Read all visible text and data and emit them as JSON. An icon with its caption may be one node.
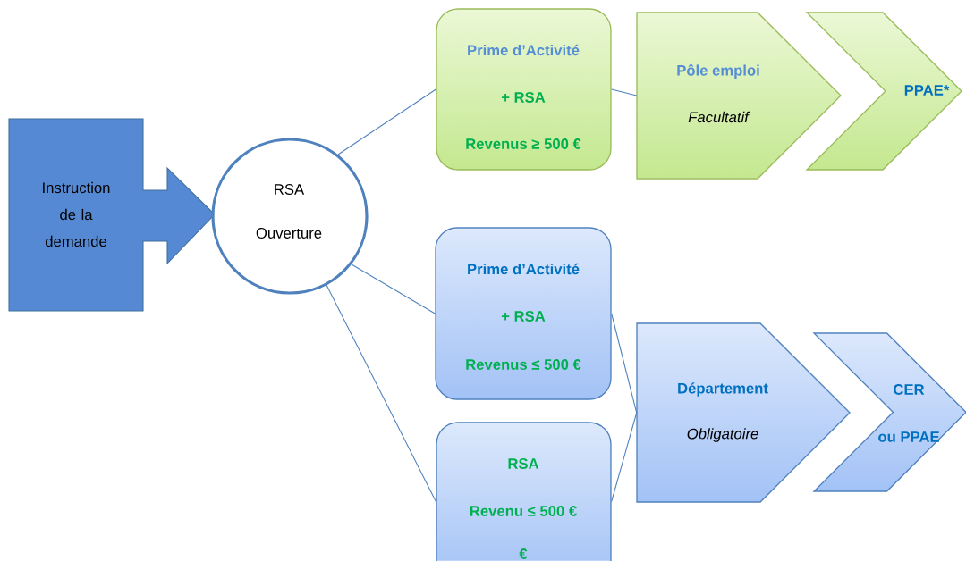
{
  "diagram": {
    "nodes": [
      {
        "text": [
          "Instruction de la demande"
        ]
      },
      {
        "text": [
          "RSA",
          "Ouverture"
        ]
      },
      {
        "text": [
          "Prime d’Activité",
          "+ RSA",
          "Revenus ≥ 500 €"
        ]
      },
      {
        "text": [
          "Pôle emploi",
          "Facultatif"
        ]
      },
      {
        "text": [
          "PPAE*"
        ]
      },
      {
        "text": [
          "Prime d’Activité",
          "+ RSA",
          "Revenus ≤ 500 €"
        ]
      },
      {
        "text": [
          "RSA",
          "Revenu ≤ 500 €",
          "€"
        ]
      },
      {
        "text": [
          "Département",
          "Obligatoire"
        ]
      },
      {
        "text": [
          "CER",
          "ou PPAE"
        ]
      }
    ],
    "edges": [
      {
        "from": 1,
        "to": 2,
        "arrow": "none"
      },
      {
        "from": 2,
        "to": 3,
        "arrow": "none"
      },
      {
        "from": 1,
        "to": 5,
        "arrow": "none"
      },
      {
        "from": 1,
        "to": 6,
        "arrow": "none"
      },
      {
        "from": 5,
        "to": 7,
        "arrow": "none"
      },
      {
        "from": 6,
        "to": 7,
        "arrow": "none"
      }
    ]
  }
}
